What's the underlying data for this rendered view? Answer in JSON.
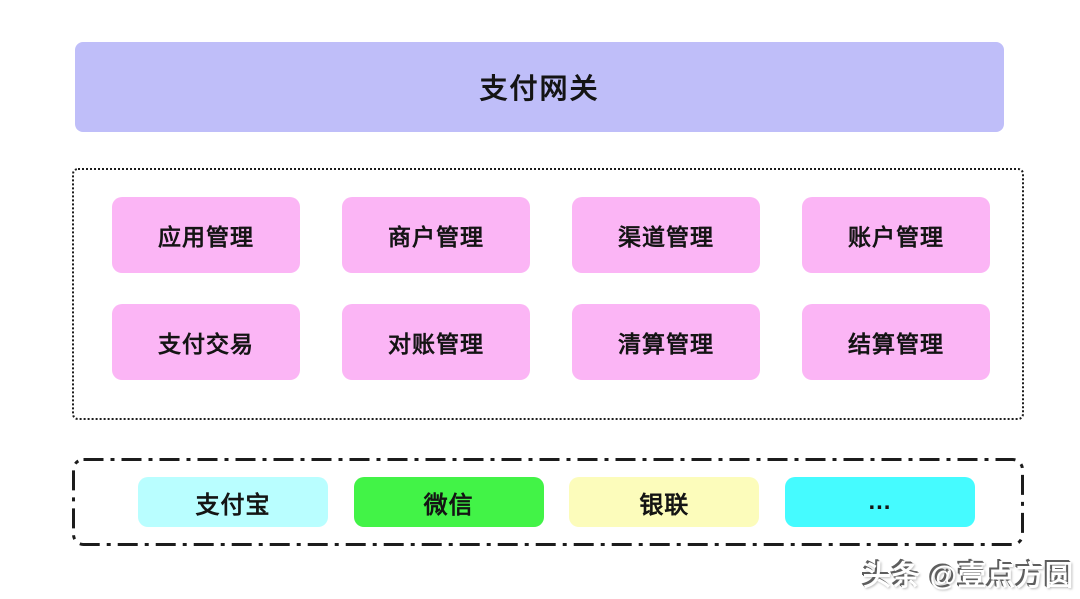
{
  "banner": {
    "label": "支付网关",
    "color": "#bfbef9"
  },
  "modules": {
    "box_color": "#fbb5f5",
    "items": [
      {
        "label": "应用管理"
      },
      {
        "label": "商户管理"
      },
      {
        "label": "渠道管理"
      },
      {
        "label": "账户管理"
      },
      {
        "label": "支付交易"
      },
      {
        "label": "对账管理"
      },
      {
        "label": "清算管理"
      },
      {
        "label": "结算管理"
      }
    ]
  },
  "channels": {
    "items": [
      {
        "label": "支付宝",
        "color": "#b9feff"
      },
      {
        "label": "微信",
        "color": "#42f347"
      },
      {
        "label": "银联",
        "color": "#fcfcbb"
      },
      {
        "label": "...",
        "color": "#45fbff"
      }
    ]
  },
  "watermark": {
    "text": "头条 @壹点方圆"
  },
  "diagram_colors": {
    "border": "#1c1c1c",
    "text": "#141414",
    "background": "#ffffff"
  }
}
